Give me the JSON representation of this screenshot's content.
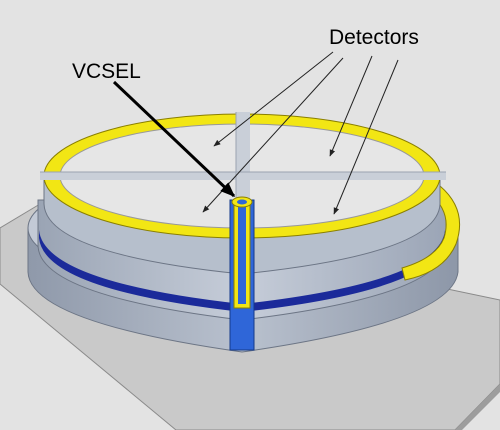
{
  "labels": {
    "vcsel": "VCSEL",
    "detectors": "Detectors"
  },
  "colors": {
    "background": "#e3e3e3",
    "substrate": "#c9c9c9",
    "disk_top": "#e6e6e6",
    "disk_side": "#aab4c4",
    "gold": "#f2e614",
    "blue_layer": "#1b2a9a",
    "waveguide": "#2f66d8"
  },
  "icons": {
    "structure": "vcsel-quadrant-detector-illustration",
    "pointer": "arrow-pointer-icon"
  }
}
